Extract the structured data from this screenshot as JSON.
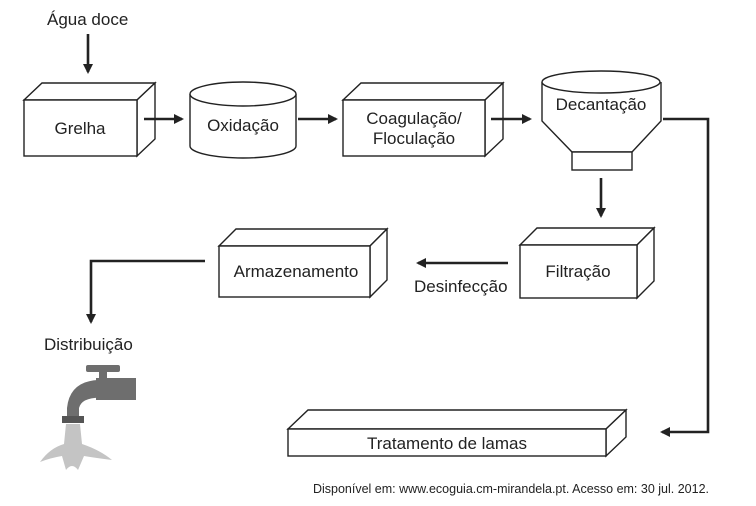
{
  "labels": {
    "agua_doce": "Água doce",
    "grelha": "Grelha",
    "oxidacao": "Oxidação",
    "coagulacao_line1": "Coagulação/",
    "coagulacao_line2": "Floculação",
    "decantacao": "Decantação",
    "filtracao": "Filtração",
    "desinfeccao": "Desinfecção",
    "armazenamento": "Armazenamento",
    "distribuicao": "Distribuição",
    "tratamento_lamas": "Tratamento de lamas"
  },
  "source": "Disponível em: www.ecoguia.cm-mirandela.pt. Acesso em: 30 jul. 2012.",
  "colors": {
    "line": "#222222",
    "faucet": "#6e6e6e",
    "water": "#c4c4c4"
  },
  "icons": {
    "faucet": "faucet-icon"
  }
}
